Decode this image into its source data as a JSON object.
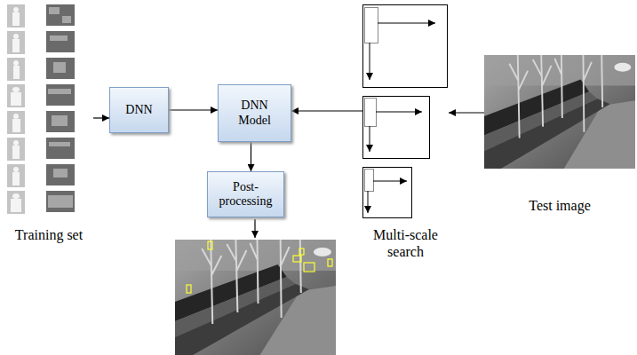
{
  "diagram": {
    "nodes": [
      {
        "text": [
          "Training set"
        ]
      },
      {
        "text": [
          "DNN"
        ]
      },
      {
        "text": [
          "DNN Model"
        ]
      },
      {
        "text": [
          "Post-processing"
        ]
      },
      {
        "text": [
          "Multi-scale search"
        ]
      },
      {
        "text": [
          "Test image"
        ]
      }
    ],
    "edges": [
      {
        "from": 0,
        "to": 1,
        "arrow": "to"
      },
      {
        "from": 1,
        "to": 2,
        "arrow": "to"
      },
      {
        "from": 2,
        "to": 3,
        "arrow": "to"
      },
      {
        "from": 4,
        "to": 2,
        "arrow": "to"
      },
      {
        "from": 5,
        "to": 4,
        "arrow": "to"
      }
    ]
  }
}
